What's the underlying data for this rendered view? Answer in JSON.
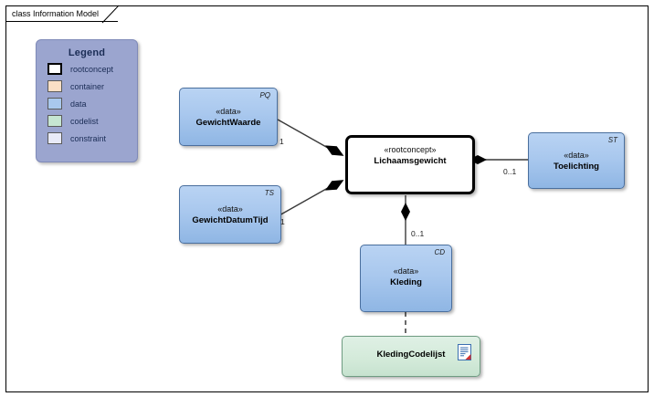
{
  "diagram": {
    "frame_title": "class Information Model",
    "title_prefix": "class",
    "title_name": "Information Model"
  },
  "legend": {
    "title": "Legend",
    "items": [
      {
        "label": "rootconcept",
        "color": "#ffffff",
        "kind": "root"
      },
      {
        "label": "container",
        "color": "#fadfc6",
        "kind": "plain"
      },
      {
        "label": "data",
        "color": "#a9c8ee",
        "kind": "plain"
      },
      {
        "label": "codelist",
        "color": "#c6e6d2",
        "kind": "plain"
      },
      {
        "label": "constraint",
        "color": "#e8eaf8",
        "kind": "plain"
      }
    ]
  },
  "classes": {
    "gewicht_waarde": {
      "tag": "PQ",
      "stereotype": "«data»",
      "name": "GewichtWaarde"
    },
    "gewicht_datum_tijd": {
      "tag": "TS",
      "stereotype": "«data»",
      "name": "GewichtDatumTijd"
    },
    "lichaamsgewicht": {
      "tag": "",
      "stereotype": "«rootconcept»",
      "name": "Lichaamsgewicht"
    },
    "toelichting": {
      "tag": "ST",
      "stereotype": "«data»",
      "name": "Toelichting"
    },
    "kleding": {
      "tag": "CD",
      "stereotype": "«data»",
      "name": "Kleding"
    },
    "kleding_codelijst": {
      "name": "KledingCodelijst",
      "icon": "document-note-icon"
    }
  },
  "multiplicities": {
    "gewicht_waarde_end": "1",
    "gewicht_datum_tijd_end": "1",
    "toelichting_end": "0..1",
    "kleding_end": "0..1"
  },
  "colors": {
    "data_fill": "#a9c8ee",
    "data_border": "#4a6f9e",
    "codelist_fill": "#d3ead9",
    "codelist_border": "#6f9c82",
    "root_fill": "#ffffff",
    "root_border": "#000000",
    "legend_fill": "#9ba5cf",
    "legend_text": "#1a2c55",
    "connector": "#3a3a3a",
    "canvas": "#ffffff"
  }
}
